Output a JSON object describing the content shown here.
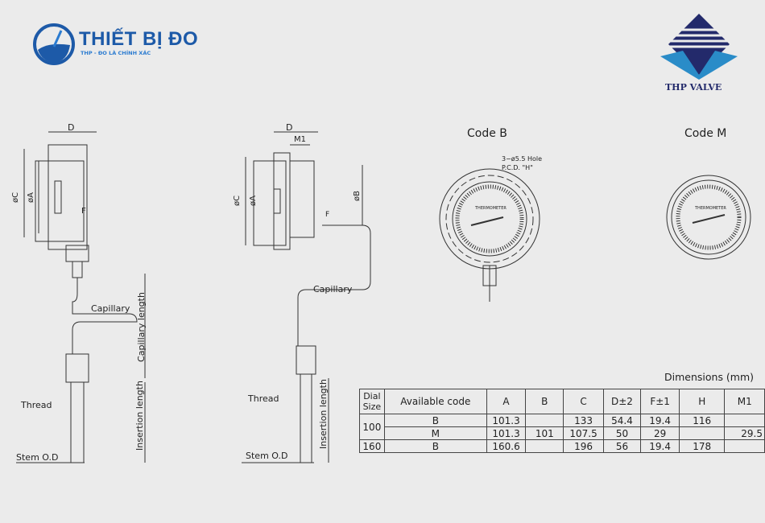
{
  "logo_left": {
    "name": "THIẾT BỊ ĐO",
    "tagline": "THP - ĐO LÀ CHÍNH XÁC"
  },
  "logo_right": {
    "name": "THP VALVE"
  },
  "drawing1": {
    "D": "D",
    "C": "øC",
    "A": "øA",
    "F": "F",
    "capillary": "Capillary",
    "capillary_length": "Capillary length",
    "thread": "Thread",
    "insertion_length": "Insertion length",
    "stem": "Stem O.D"
  },
  "drawing2": {
    "D": "D",
    "M1": "M1",
    "C": "øC",
    "A": "øA",
    "B": "øB",
    "F": "F",
    "capillary": "Capillary",
    "thread": "Thread",
    "insertion_length": "Insertion length",
    "stem": "Stem O.D"
  },
  "code_b": {
    "title": "Code  B",
    "hole": "3−ø5.5  Hole",
    "pcd": "P.C.D.  \"H\"",
    "dial": "THERMOMETER"
  },
  "code_m": {
    "title": "Code  M",
    "dial": "THERMOMETER"
  },
  "table": {
    "caption": "Dimensions  (mm)",
    "headers": [
      "Dial Size",
      "Available  code",
      "A",
      "B",
      "C",
      "D±2",
      "F±1",
      "H",
      "M1"
    ],
    "rows": [
      {
        "dial": "100",
        "code": "B",
        "A": "101.3",
        "B": "",
        "C": "133",
        "D": "54.4",
        "F": "19.4",
        "H": "116",
        "M1": ""
      },
      {
        "dial": "",
        "code": "M",
        "A": "101.3",
        "B": "101",
        "C": "107.5",
        "D": "50",
        "F": "29",
        "H": "",
        "M1": "29.5"
      },
      {
        "dial": "160",
        "code": "B",
        "A": "160.6",
        "B": "",
        "C": "196",
        "D": "56",
        "F": "19.4",
        "H": "178",
        "M1": ""
      }
    ]
  }
}
